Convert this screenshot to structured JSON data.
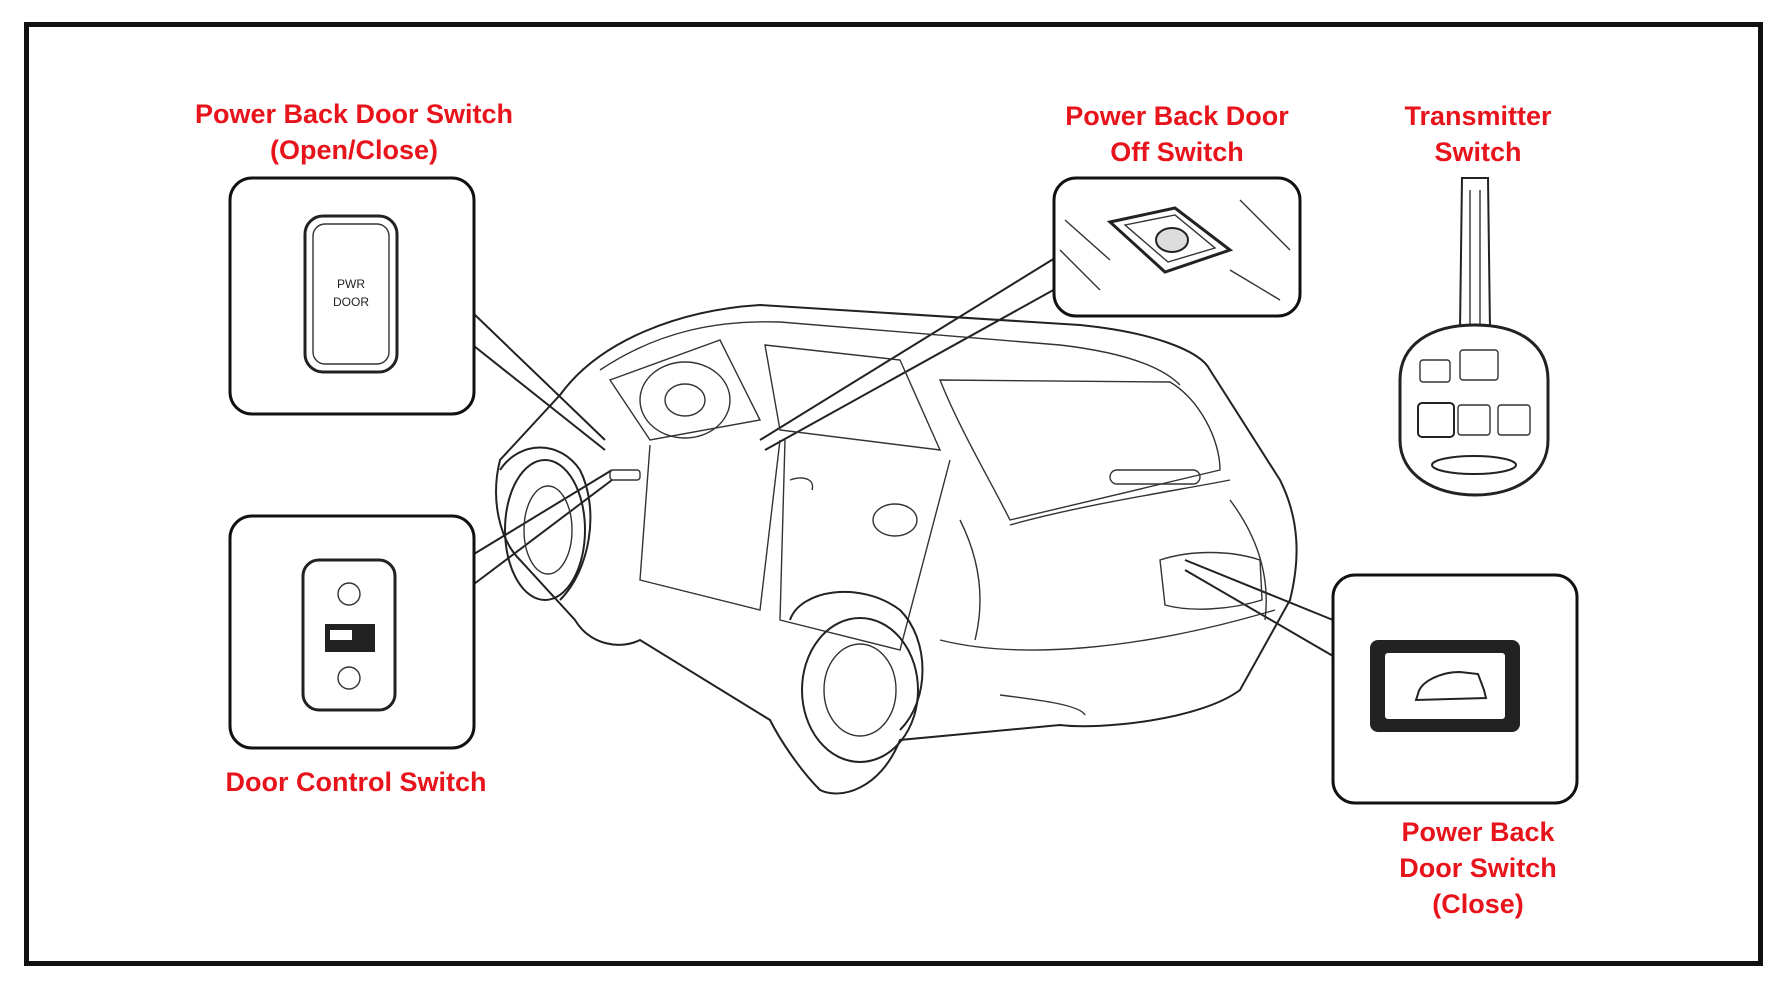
{
  "labels": {
    "open_close": [
      "Power Back Door Switch",
      "(Open/Close)"
    ],
    "off_switch": [
      "Power Back Door",
      "Off Switch"
    ],
    "transmitter": [
      "Transmitter",
      "Switch"
    ],
    "door_control": [
      "Door Control Switch"
    ],
    "close_switch": [
      "Power Back",
      "Door Switch",
      "(Close)"
    ]
  },
  "switch_text": {
    "line1": "PWR",
    "line2": "DOOR"
  },
  "colors": {
    "label": "#e8141c",
    "line": "#111111",
    "background": "#ffffff"
  }
}
